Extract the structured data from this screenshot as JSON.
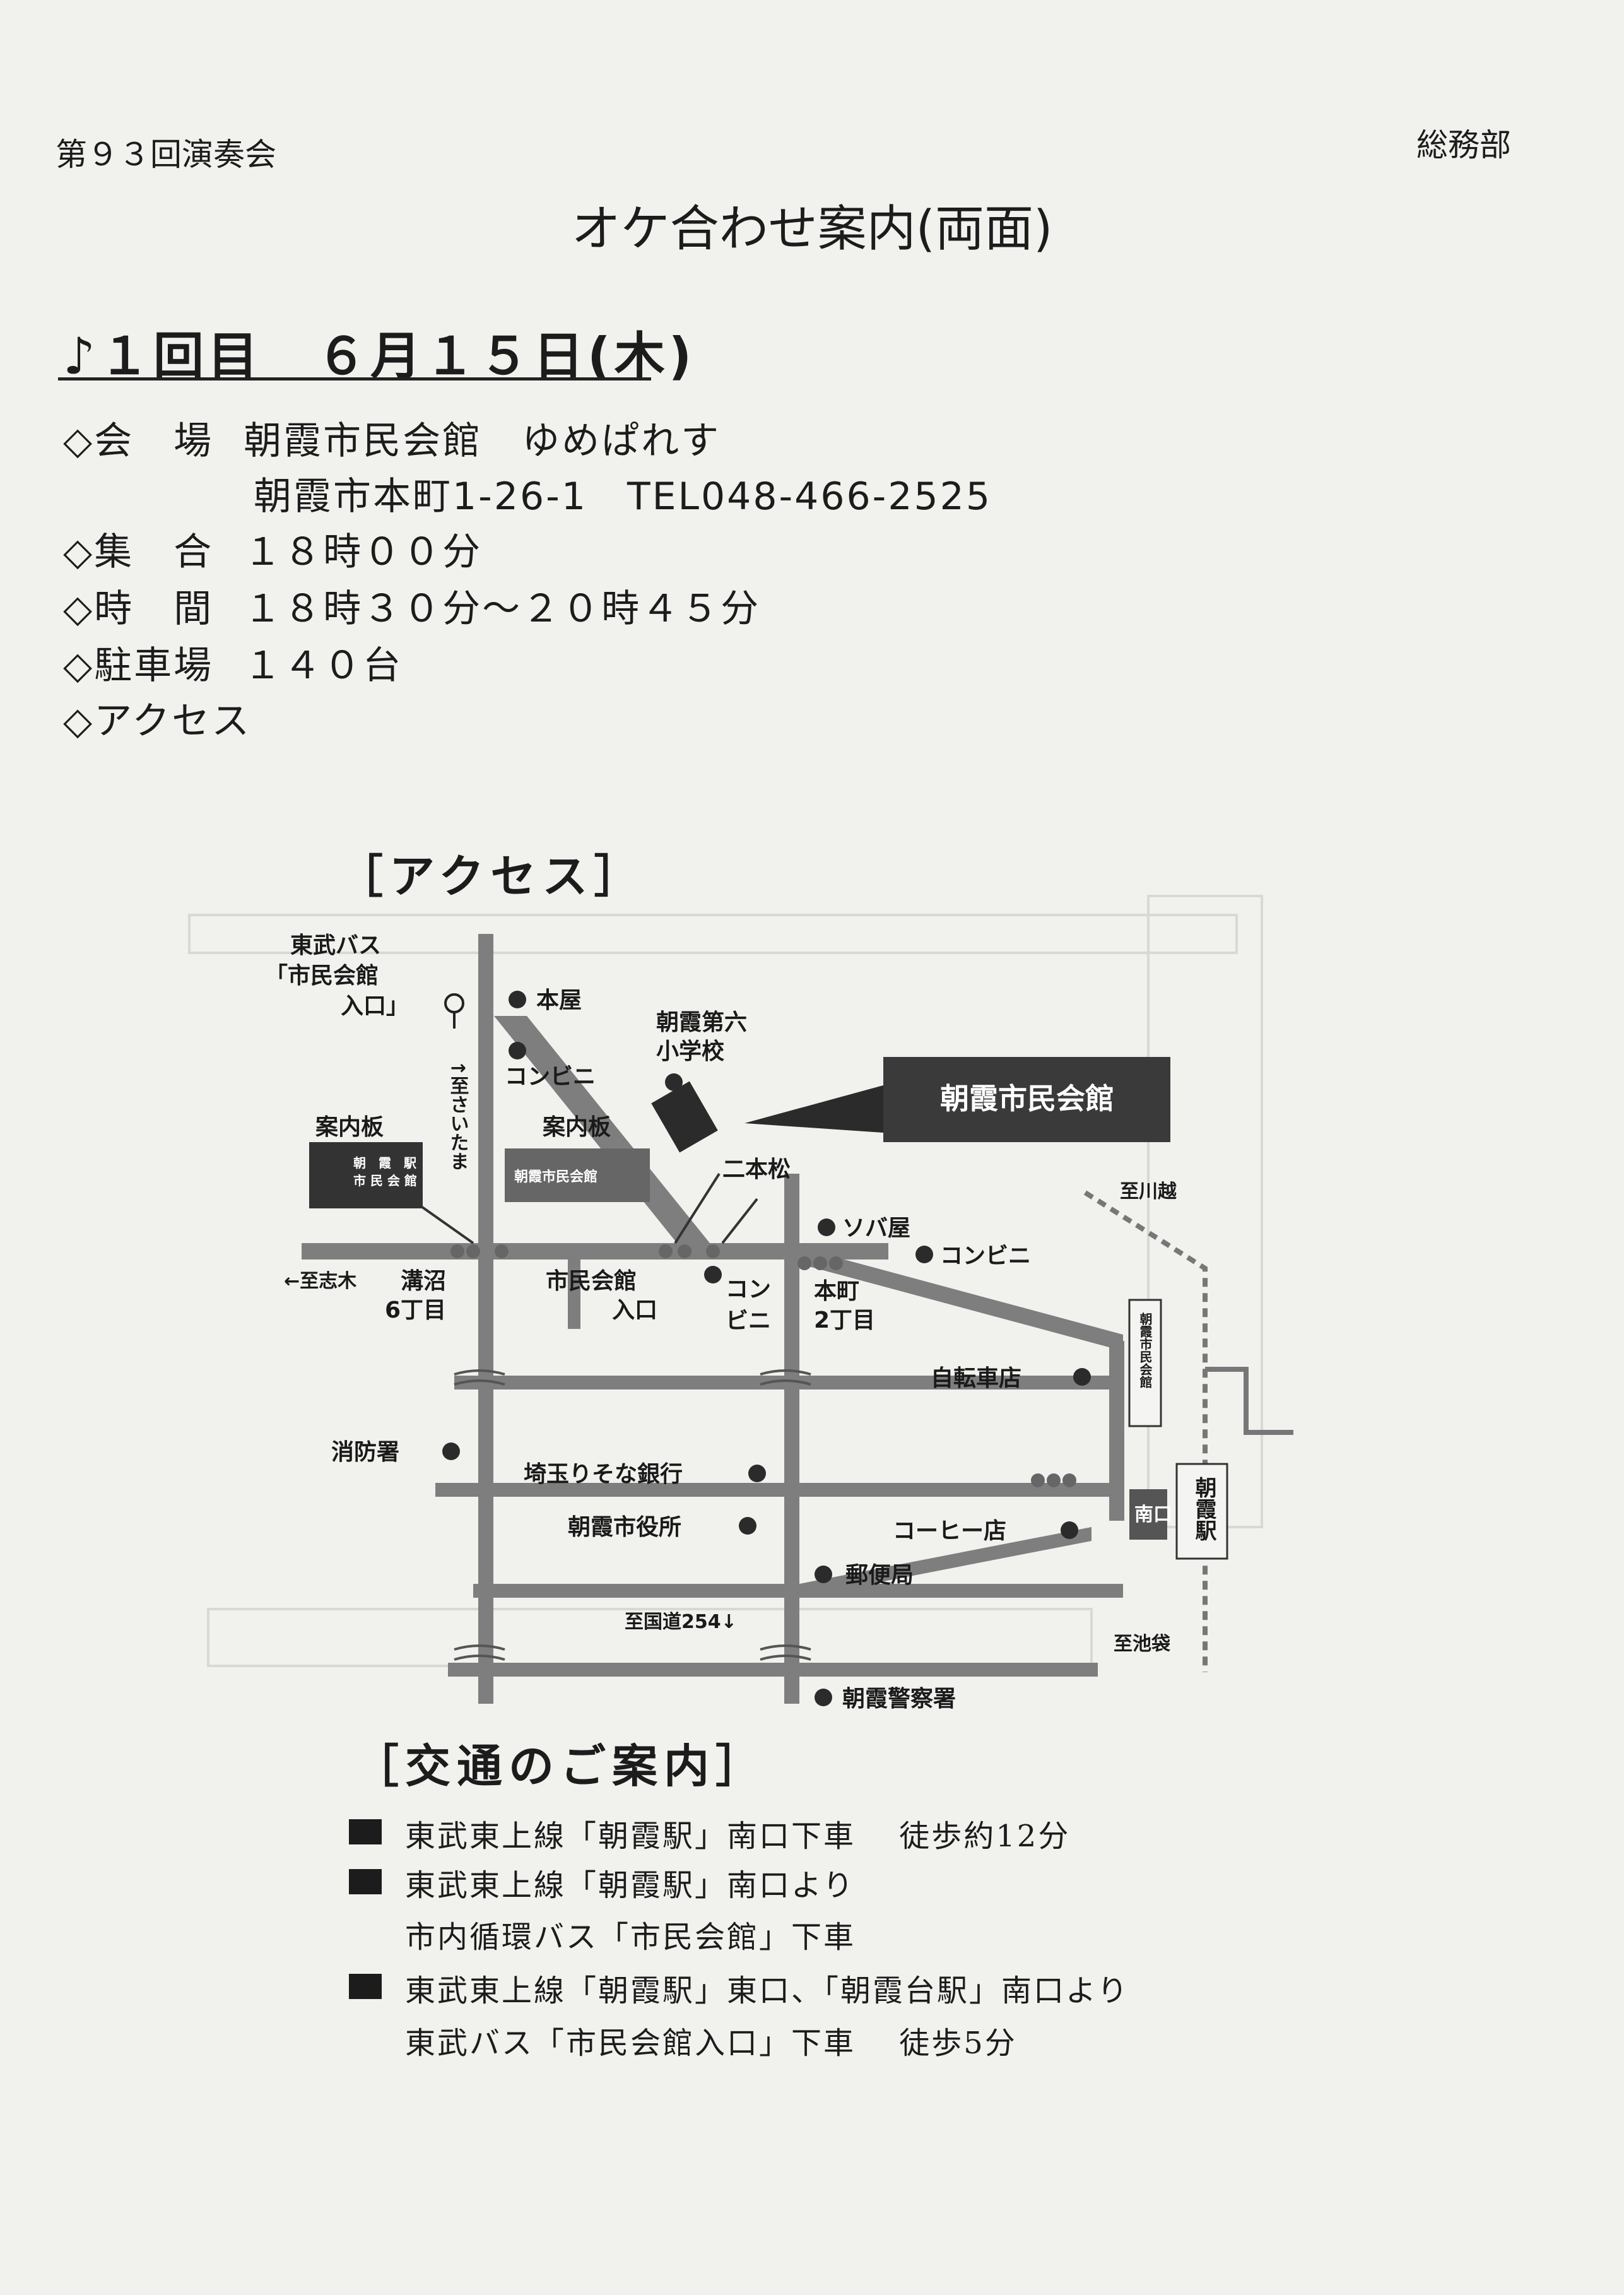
{
  "header": {
    "concert": "第９３回演奏会",
    "dept": "総務部",
    "title": "オケ合わせ案内(両面)"
  },
  "session": {
    "heading": "♪１回目　６月１５日(木)"
  },
  "details": {
    "venue_label": "◇会　場",
    "venue_name": "朝霞市民会館　ゆめぱれす",
    "venue_address": "朝霞市本町1-26-1　TEL048-466-2525",
    "gather_label": "◇集　合",
    "gather_value": "１８時００分",
    "time_label": "◇時　間",
    "time_value": "１８時３０分～２０時４５分",
    "parking_label": "◇駐車場",
    "parking_value": "１４０台",
    "access_label": "◇アクセス"
  },
  "map": {
    "title": "［アクセス］",
    "labels": {
      "bus_stop_1": "東武バス",
      "bus_stop_2": "「市民会館",
      "bus_stop_3": "入口」",
      "honya": "本屋",
      "school_1": "朝霞第六",
      "school_2": "小学校",
      "conveni_1": "コンビニ",
      "to_saitama": "↑至さいたま",
      "signboard_left": "案内板",
      "signboard_left_text_1": "朝　霞　駅",
      "signboard_left_text_2": "市 民 会 館",
      "signboard_mid": "案内板",
      "signboard_mid_text": "朝霞市民会館",
      "hall": "朝霞市民会館",
      "nihonmatsu": "二本松",
      "to_kawagoe": "至川越",
      "soba": "ソバ屋",
      "conveni_2": "コンビニ",
      "to_shiki": "←至志木",
      "mizonuma_1": "溝沼",
      "mizonuma_2": "6丁目",
      "shimin_iriguchi_1": "市民会館",
      "shimin_iriguchi_2": "入口",
      "conveni_3a": "コン",
      "conveni_3b": "ビニ",
      "honcho_1": "本町",
      "honcho_2": "2丁目",
      "bicycle": "自転車店",
      "station_sign": "朝霞市民会館",
      "fire": "消防署",
      "bank": "埼玉りそな銀行",
      "city_hall": "朝霞市役所",
      "coffee": "コーヒー店",
      "south_exit": "南口",
      "station": "朝霞駅",
      "post": "郵便局",
      "to_route254": "至国道254↓",
      "to_ikebukuro": "至池袋",
      "police": "朝霞警察署"
    }
  },
  "transport": {
    "title": "［交通のご案内］",
    "routes": [
      "東武東上線「朝霞駅」南口下車　 徒歩約12分",
      "東武東上線「朝霞駅」南口より",
      "市内循環バス「市民会館」下車",
      "東武東上線「朝霞駅」東口、「朝霞台駅」南口より",
      "東武バス「市民会館入口」下車　 徒歩5分"
    ]
  }
}
